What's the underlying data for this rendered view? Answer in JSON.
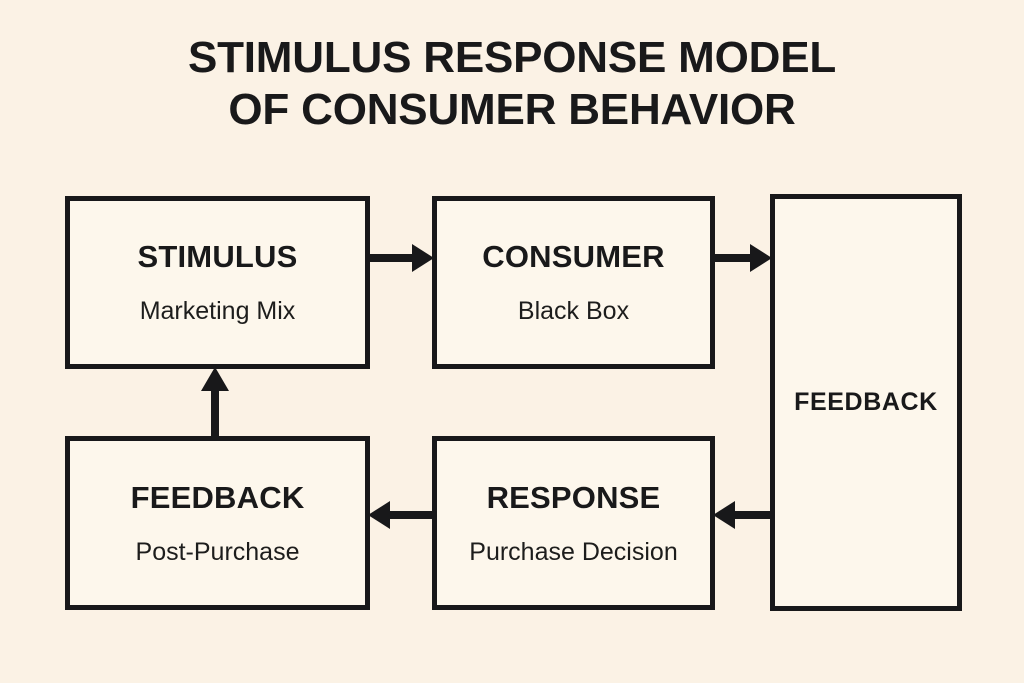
{
  "diagram": {
    "title": {
      "line1": "STIMULUS RESPONSE MODEL",
      "line2": "OF CONSUMER BEHAVIOR"
    },
    "colors": {
      "background": "#fbf2e5",
      "box_fill": "#fdf7ec",
      "stroke": "#18181a",
      "text": "#19191a"
    },
    "nodes": {
      "stimulus": {
        "title": "STIMULUS",
        "subtitle": "Marketing Mix"
      },
      "consumer": {
        "title": "CONSUMER",
        "subtitle": "Black Box"
      },
      "feedback_loop": {
        "title": "FEEDBACK",
        "subtitle": ""
      },
      "feedback": {
        "title": "FEEDBACK",
        "subtitle": "Post-Purchase"
      },
      "response": {
        "title": "RESPONSE",
        "subtitle": "Purchase Decision"
      }
    },
    "arrows": [
      {
        "name": "stimulus-to-consumer",
        "from": "stimulus",
        "to": "consumer",
        "direction": "right"
      },
      {
        "name": "consumer-to-feedback-loop",
        "from": "consumer",
        "to": "feedback_loop",
        "direction": "right"
      },
      {
        "name": "feedback-loop-to-response",
        "from": "feedback_loop",
        "to": "response",
        "direction": "left"
      },
      {
        "name": "response-to-feedback",
        "from": "response",
        "to": "feedback",
        "direction": "left"
      },
      {
        "name": "feedback-to-stimulus",
        "from": "feedback",
        "to": "stimulus",
        "direction": "up"
      }
    ]
  }
}
